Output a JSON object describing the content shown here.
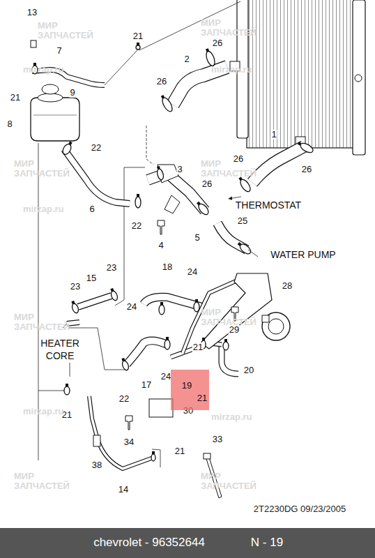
{
  "diagram": {
    "nodes": [
      {
        "text": [
          "19",
          "21"
        ]
      },
      {
        "text": [
          "chevrolet - 96352644",
          "N - 19"
        ]
      }
    ],
    "labels": [
      "13",
      "7",
      "21",
      "26",
      "2",
      "26",
      "9",
      "21",
      "8",
      "1",
      "22",
      "26",
      "26",
      "3",
      "26",
      "THERMOSTAT",
      "6",
      "25",
      "22",
      "5",
      "4",
      "WATER PUMP",
      "18",
      "23",
      "24",
      "15",
      "28",
      "23",
      "24",
      "29",
      "HEATER CORE",
      "21",
      "24",
      "20",
      "17",
      "22",
      "30",
      "21",
      "33",
      "34",
      "21",
      "38",
      "14",
      "2T2230DG 09/23/2005",
      "МИР ЗАПЧАСТЕЙ",
      "МИР ЗАПЧАСТЕЙ",
      "mirzap.ru",
      "mirzap.ru",
      "МИР ЗАПЧАСТЕЙ",
      "МИР ЗАПЧАСТЕЙ",
      "mirzap.ru",
      "МИР ЗАПЧАСТЕЙ",
      "МИР ЗАПЧАСТЕЙ",
      "mirzap.ru",
      "mirzap.ru",
      "МИР ЗАПЧАСТЕЙ",
      "МИР ЗАПЧАСТЕЙ"
    ]
  }
}
